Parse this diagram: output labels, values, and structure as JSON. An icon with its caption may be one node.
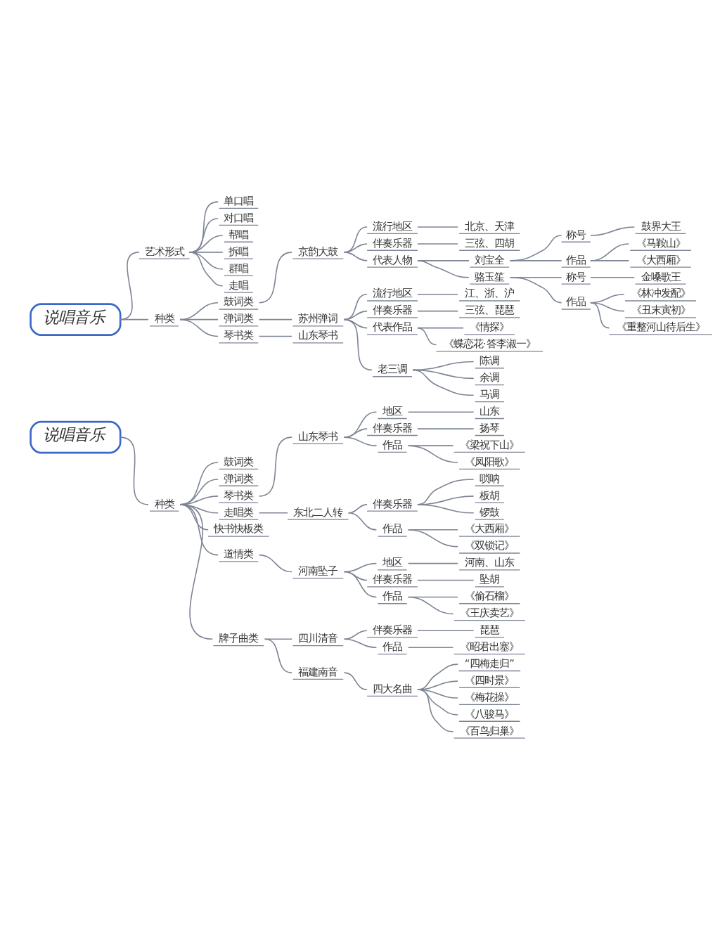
{
  "diagram": {
    "nodes": [
      {
        "text": [
          "说唱音乐"
        ]
      },
      {
        "text": [
          "艺术形式"
        ]
      },
      {
        "text": [
          "单口唱"
        ]
      },
      {
        "text": [
          "对口唱"
        ]
      },
      {
        "text": [
          "帮唱"
        ]
      },
      {
        "text": [
          "拆唱"
        ]
      },
      {
        "text": [
          "群唱"
        ]
      },
      {
        "text": [
          "走唱"
        ]
      },
      {
        "text": [
          "种类"
        ]
      },
      {
        "text": [
          "鼓词类"
        ]
      },
      {
        "text": [
          "京韵大鼓"
        ]
      },
      {
        "text": [
          "流行地区"
        ]
      },
      {
        "text": [
          "北京、天津"
        ]
      },
      {
        "text": [
          "伴奏乐器"
        ]
      },
      {
        "text": [
          "三弦、四胡"
        ]
      },
      {
        "text": [
          "代表人物"
        ]
      },
      {
        "text": [
          "刘宝全"
        ]
      },
      {
        "text": [
          "称号"
        ]
      },
      {
        "text": [
          "鼓界大王"
        ]
      },
      {
        "text": [
          "作品"
        ]
      },
      {
        "text": [
          "《马鞍山》"
        ]
      },
      {
        "text": [
          "《大西厢》"
        ]
      },
      {
        "text": [
          "骆玉笙"
        ]
      },
      {
        "text": [
          "称号"
        ]
      },
      {
        "text": [
          "金嗓歌王"
        ]
      },
      {
        "text": [
          "作品"
        ]
      },
      {
        "text": [
          "《林冲发配》"
        ]
      },
      {
        "text": [
          "《丑末寅初》"
        ]
      },
      {
        "text": [
          "《重整河山待后生》"
        ]
      },
      {
        "text": [
          "弹词类"
        ]
      },
      {
        "text": [
          "苏州弹词"
        ]
      },
      {
        "text": [
          "流行地区"
        ]
      },
      {
        "text": [
          "江、浙、沪"
        ]
      },
      {
        "text": [
          "伴奏乐器"
        ]
      },
      {
        "text": [
          "三弦、琵琶"
        ]
      },
      {
        "text": [
          "代表作品"
        ]
      },
      {
        "text": [
          "《情探》"
        ]
      },
      {
        "text": [
          "《蝶恋花·答李淑一》"
        ]
      },
      {
        "text": [
          "老三调"
        ]
      },
      {
        "text": [
          "陈调"
        ]
      },
      {
        "text": [
          "余调"
        ]
      },
      {
        "text": [
          "马调"
        ]
      },
      {
        "text": [
          "琴书类"
        ]
      },
      {
        "text": [
          "山东琴书"
        ]
      },
      {
        "text": [
          "说唱音乐"
        ]
      },
      {
        "text": [
          "种类"
        ]
      },
      {
        "text": [
          "鼓词类"
        ]
      },
      {
        "text": [
          "弹词类"
        ]
      },
      {
        "text": [
          "琴书类"
        ]
      },
      {
        "text": [
          "山东琴书"
        ]
      },
      {
        "text": [
          "地区"
        ]
      },
      {
        "text": [
          "山东"
        ]
      },
      {
        "text": [
          "伴奏乐器"
        ]
      },
      {
        "text": [
          "扬琴"
        ]
      },
      {
        "text": [
          "作品"
        ]
      },
      {
        "text": [
          "《梁祝下山》"
        ]
      },
      {
        "text": [
          "《凤阳歌》"
        ]
      },
      {
        "text": [
          "走唱类"
        ]
      },
      {
        "text": [
          "东北二人转"
        ]
      },
      {
        "text": [
          "伴奏乐器"
        ]
      },
      {
        "text": [
          "唢呐"
        ]
      },
      {
        "text": [
          "板胡"
        ]
      },
      {
        "text": [
          "锣鼓"
        ]
      },
      {
        "text": [
          "作品"
        ]
      },
      {
        "text": [
          "《大西厢》"
        ]
      },
      {
        "text": [
          "《双锁记》"
        ]
      },
      {
        "text": [
          "快书快板类"
        ]
      },
      {
        "text": [
          "道情类"
        ]
      },
      {
        "text": [
          "河南坠子"
        ]
      },
      {
        "text": [
          "地区"
        ]
      },
      {
        "text": [
          "河南、山东"
        ]
      },
      {
        "text": [
          "伴奏乐器"
        ]
      },
      {
        "text": [
          "坠胡"
        ]
      },
      {
        "text": [
          "作品"
        ]
      },
      {
        "text": [
          "《偷石榴》"
        ]
      },
      {
        "text": [
          "《王庆卖艺》"
        ]
      },
      {
        "text": [
          "牌子曲类"
        ]
      },
      {
        "text": [
          "四川清音"
        ]
      },
      {
        "text": [
          "伴奏乐器"
        ]
      },
      {
        "text": [
          "琵琶"
        ]
      },
      {
        "text": [
          "作品"
        ]
      },
      {
        "text": [
          "《昭君出塞》"
        ]
      },
      {
        "text": [
          "福建南音"
        ]
      },
      {
        "text": [
          "四大名曲"
        ]
      },
      {
        "text": [
          "“四梅走归”"
        ]
      },
      {
        "text": [
          "《四时景》"
        ]
      },
      {
        "text": [
          "《梅花操》"
        ]
      },
      {
        "text": [
          "《八骏马》"
        ]
      },
      {
        "text": [
          "《百鸟归巢》"
        ]
      }
    ],
    "edges": [
      {
        "from": 0,
        "to": 1,
        "arrow": "none"
      },
      {
        "from": 1,
        "to": 2,
        "arrow": "none"
      },
      {
        "from": 1,
        "to": 3,
        "arrow": "none"
      },
      {
        "from": 1,
        "to": 4,
        "arrow": "none"
      },
      {
        "from": 1,
        "to": 5,
        "arrow": "none"
      },
      {
        "from": 1,
        "to": 6,
        "arrow": "none"
      },
      {
        "from": 1,
        "to": 7,
        "arrow": "none"
      },
      {
        "from": 0,
        "to": 8,
        "arrow": "none"
      },
      {
        "from": 8,
        "to": 9,
        "arrow": "none"
      },
      {
        "from": 9,
        "to": 10,
        "arrow": "none"
      },
      {
        "from": 10,
        "to": 11,
        "arrow": "none"
      },
      {
        "from": 11,
        "to": 12,
        "arrow": "none"
      },
      {
        "from": 10,
        "to": 13,
        "arrow": "none"
      },
      {
        "from": 13,
        "to": 14,
        "arrow": "none"
      },
      {
        "from": 10,
        "to": 15,
        "arrow": "none"
      },
      {
        "from": 15,
        "to": 16,
        "arrow": "none"
      },
      {
        "from": 16,
        "to": 17,
        "arrow": "none"
      },
      {
        "from": 17,
        "to": 18,
        "arrow": "none"
      },
      {
        "from": 16,
        "to": 19,
        "arrow": "none"
      },
      {
        "from": 19,
        "to": 20,
        "arrow": "none"
      },
      {
        "from": 19,
        "to": 21,
        "arrow": "none"
      },
      {
        "from": 15,
        "to": 22,
        "arrow": "none"
      },
      {
        "from": 22,
        "to": 23,
        "arrow": "none"
      },
      {
        "from": 23,
        "to": 24,
        "arrow": "none"
      },
      {
        "from": 22,
        "to": 25,
        "arrow": "none"
      },
      {
        "from": 25,
        "to": 26,
        "arrow": "none"
      },
      {
        "from": 25,
        "to": 27,
        "arrow": "none"
      },
      {
        "from": 25,
        "to": 28,
        "arrow": "none"
      },
      {
        "from": 8,
        "to": 29,
        "arrow": "none"
      },
      {
        "from": 29,
        "to": 30,
        "arrow": "none"
      },
      {
        "from": 30,
        "to": 31,
        "arrow": "none"
      },
      {
        "from": 31,
        "to": 32,
        "arrow": "none"
      },
      {
        "from": 30,
        "to": 33,
        "arrow": "none"
      },
      {
        "from": 33,
        "to": 34,
        "arrow": "none"
      },
      {
        "from": 30,
        "to": 35,
        "arrow": "none"
      },
      {
        "from": 35,
        "to": 36,
        "arrow": "none"
      },
      {
        "from": 35,
        "to": 37,
        "arrow": "none"
      },
      {
        "from": 30,
        "to": 38,
        "arrow": "none"
      },
      {
        "from": 38,
        "to": 39,
        "arrow": "none"
      },
      {
        "from": 38,
        "to": 40,
        "arrow": "none"
      },
      {
        "from": 38,
        "to": 41,
        "arrow": "none"
      },
      {
        "from": 8,
        "to": 42,
        "arrow": "none"
      },
      {
        "from": 42,
        "to": 43,
        "arrow": "none"
      },
      {
        "from": 44,
        "to": 45,
        "arrow": "none"
      },
      {
        "from": 45,
        "to": 46,
        "arrow": "none"
      },
      {
        "from": 45,
        "to": 47,
        "arrow": "none"
      },
      {
        "from": 45,
        "to": 48,
        "arrow": "none"
      },
      {
        "from": 48,
        "to": 49,
        "arrow": "none"
      },
      {
        "from": 49,
        "to": 50,
        "arrow": "none"
      },
      {
        "from": 50,
        "to": 51,
        "arrow": "none"
      },
      {
        "from": 49,
        "to": 52,
        "arrow": "none"
      },
      {
        "from": 52,
        "to": 53,
        "arrow": "none"
      },
      {
        "from": 49,
        "to": 54,
        "arrow": "none"
      },
      {
        "from": 54,
        "to": 55,
        "arrow": "none"
      },
      {
        "from": 54,
        "to": 56,
        "arrow": "none"
      },
      {
        "from": 45,
        "to": 57,
        "arrow": "none"
      },
      {
        "from": 57,
        "to": 58,
        "arrow": "none"
      },
      {
        "from": 58,
        "to": 59,
        "arrow": "none"
      },
      {
        "from": 59,
        "to": 60,
        "arrow": "none"
      },
      {
        "from": 59,
        "to": 61,
        "arrow": "none"
      },
      {
        "from": 59,
        "to": 62,
        "arrow": "none"
      },
      {
        "from": 58,
        "to": 63,
        "arrow": "none"
      },
      {
        "from": 63,
        "to": 64,
        "arrow": "none"
      },
      {
        "from": 63,
        "to": 65,
        "arrow": "none"
      },
      {
        "from": 45,
        "to": 66,
        "arrow": "none"
      },
      {
        "from": 45,
        "to": 67,
        "arrow": "none"
      },
      {
        "from": 67,
        "to": 68,
        "arrow": "none"
      },
      {
        "from": 68,
        "to": 69,
        "arrow": "none"
      },
      {
        "from": 69,
        "to": 70,
        "arrow": "none"
      },
      {
        "from": 68,
        "to": 71,
        "arrow": "none"
      },
      {
        "from": 71,
        "to": 72,
        "arrow": "none"
      },
      {
        "from": 68,
        "to": 73,
        "arrow": "none"
      },
      {
        "from": 73,
        "to": 74,
        "arrow": "none"
      },
      {
        "from": 73,
        "to": 75,
        "arrow": "none"
      },
      {
        "from": 45,
        "to": 76,
        "arrow": "none"
      },
      {
        "from": 76,
        "to": 77,
        "arrow": "none"
      },
      {
        "from": 77,
        "to": 78,
        "arrow": "none"
      },
      {
        "from": 78,
        "to": 79,
        "arrow": "none"
      },
      {
        "from": 77,
        "to": 80,
        "arrow": "none"
      },
      {
        "from": 80,
        "to": 81,
        "arrow": "none"
      },
      {
        "from": 76,
        "to": 82,
        "arrow": "none"
      },
      {
        "from": 82,
        "to": 83,
        "arrow": "none"
      },
      {
        "from": 83,
        "to": 84,
        "arrow": "none"
      },
      {
        "from": 83,
        "to": 85,
        "arrow": "none"
      },
      {
        "from": 83,
        "to": 86,
        "arrow": "none"
      },
      {
        "from": 83,
        "to": 87,
        "arrow": "none"
      },
      {
        "from": 83,
        "to": 88,
        "arrow": "none"
      }
    ]
  }
}
